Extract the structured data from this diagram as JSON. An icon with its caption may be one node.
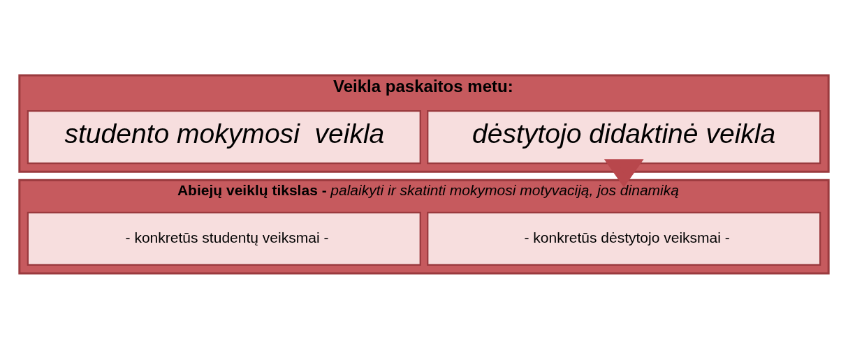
{
  "diagram": {
    "nodes": [
      {
        "text": [
          "Veikla paskaitos metu:"
        ]
      },
      {
        "text": [
          "dėstytojo didaktinė veikla"
        ],
        "in": 0
      },
      {
        "text": [
          "studento mokymosi  veikla"
        ],
        "in": 0
      },
      {
        "text": [
          "Abiejų veiklų tikslas -",
          "palaikyti ir skatinti mokymosi motyvaciją, jos dinamiką"
        ]
      },
      {
        "text": [
          "- konkretūs dėstytojo veiksmai -"
        ],
        "in": 3
      },
      {
        "text": [
          "- konkretūs studentų veiksmai -"
        ],
        "in": 3
      }
    ],
    "edges": [
      {
        "from": 0,
        "to": 3,
        "arrow": "to",
        "style": "thick"
      }
    ]
  }
}
